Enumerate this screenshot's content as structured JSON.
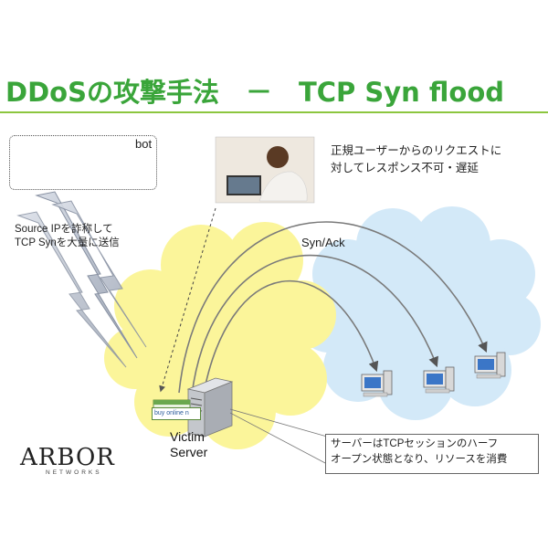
{
  "slide": {
    "title": "DDoSの攻撃手法　－　TCP Syn flood",
    "bot_label": "bot",
    "source_text": [
      "Source IPを詐称して",
      "TCP Synを大量に送信"
    ],
    "legit_text": [
      "正規ユーザーからのリクエストに",
      "対してレスポンス不可・遅延"
    ],
    "synack_label": "Syn/Ack",
    "victim_label": [
      "Victim",
      "Server"
    ],
    "note_text": [
      "サーバーはTCPセッションのハーフ",
      "オープン状態となり、リソースを消費"
    ],
    "banner_text": "buy online n",
    "logo_main": "ARBOR",
    "logo_sub": "NETWORKS"
  },
  "colors": {
    "title": "#3aa53a",
    "rule": "#8cc63f",
    "victim_cloud": "#fbf59a",
    "target_cloud": "#d3e9f8",
    "arc": "#7a7a7a"
  }
}
